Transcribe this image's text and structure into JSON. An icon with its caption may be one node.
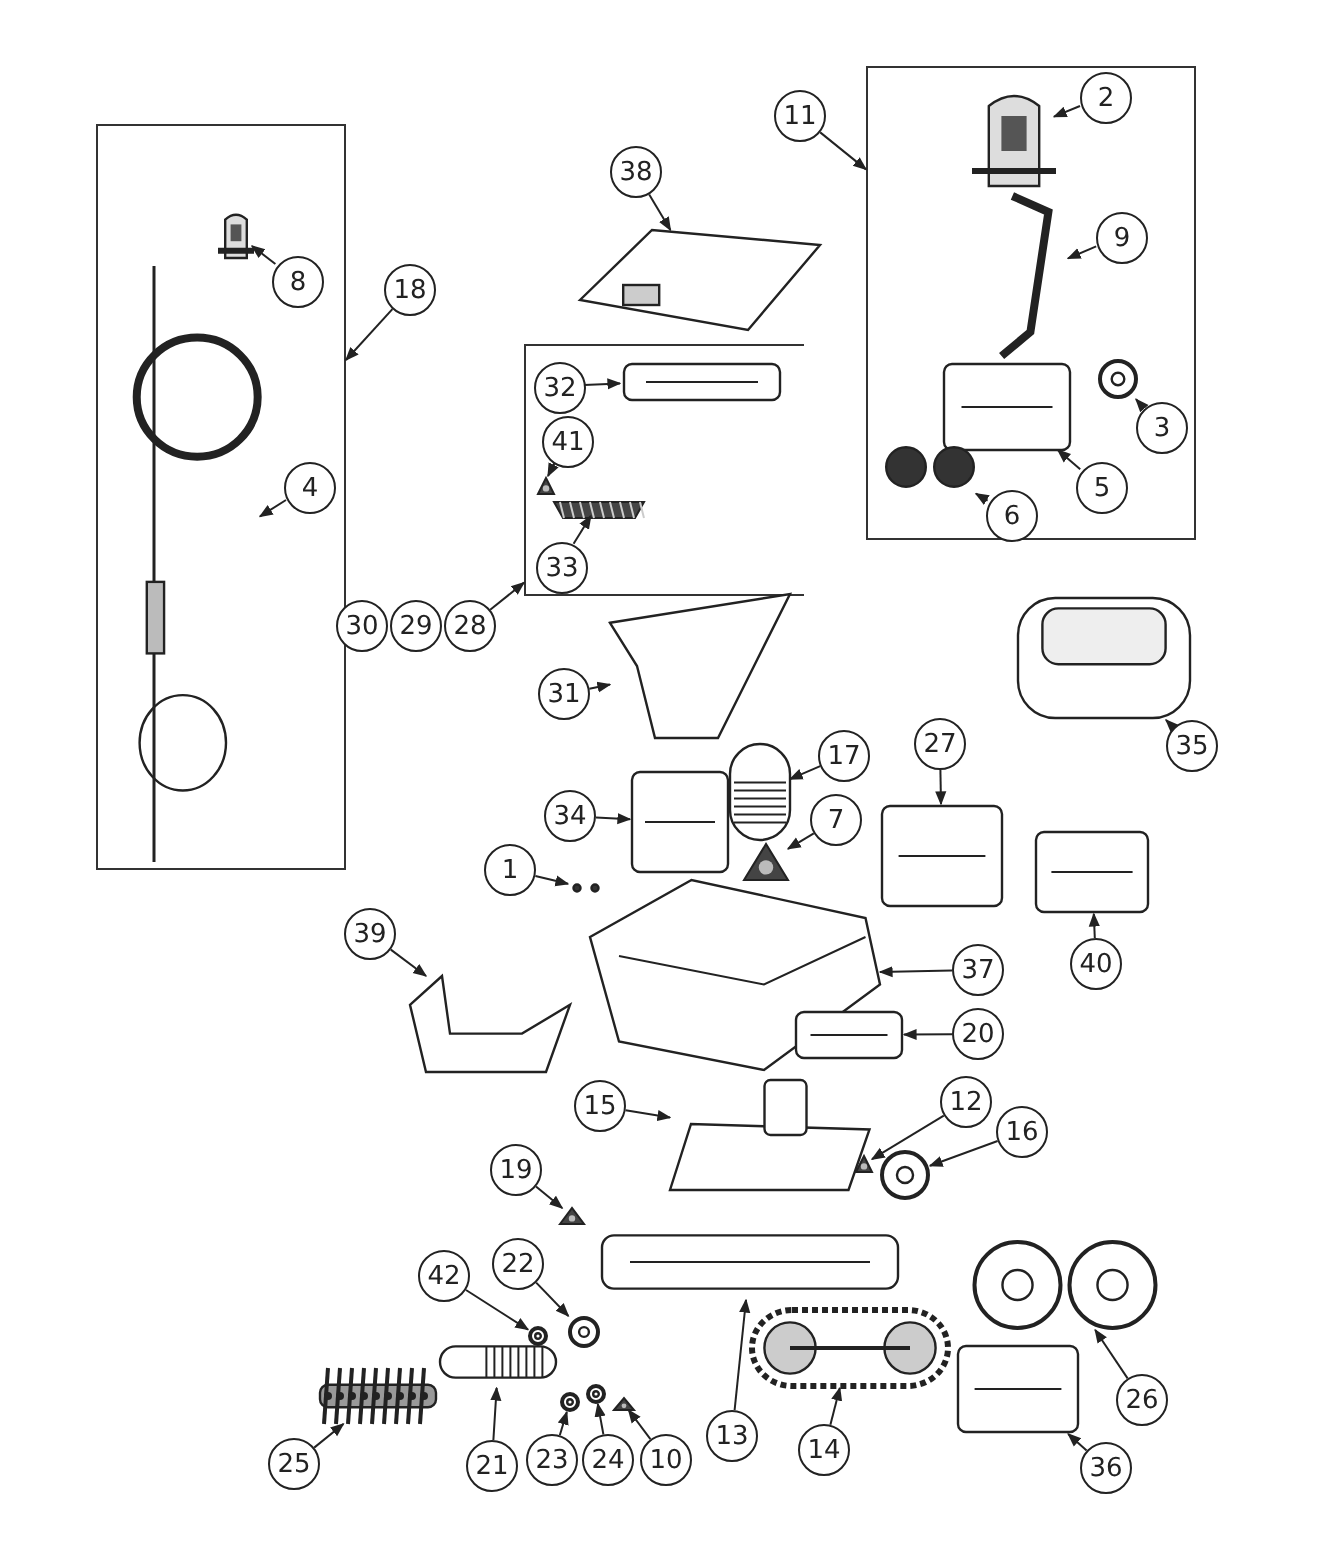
{
  "diagram": {
    "nodes": [
      {
        "text": [],
        "shape": "box"
      },
      {
        "text": [],
        "shape": "picture",
        "in": 0
      },
      {
        "text": [],
        "shape": "picture",
        "in": 0
      },
      {
        "text": [
          "8"
        ],
        "in": 0
      },
      {
        "text": [
          "4"
        ],
        "in": 0
      },
      {
        "text": [
          "18"
        ]
      },
      {
        "text": [],
        "shape": "box"
      },
      {
        "text": [],
        "shape": "picture",
        "in": 6
      },
      {
        "text": [
          "2"
        ],
        "in": 6
      },
      {
        "text": [],
        "shape": "picture",
        "in": 6
      },
      {
        "text": [
          "9"
        ],
        "in": 6
      },
      {
        "text": [],
        "shape": "picture",
        "in": 6
      },
      {
        "text": [
          "3"
        ],
        "in": 6
      },
      {
        "text": [],
        "shape": "picture",
        "in": 6
      },
      {
        "text": [
          "5"
        ],
        "in": 6
      },
      {
        "text": [],
        "shape": "picture",
        "in": 6
      },
      {
        "text": [
          "6"
        ],
        "in": 6
      },
      {
        "text": [
          "11"
        ]
      },
      {
        "text": [
          "38"
        ]
      },
      {
        "text": [],
        "shape": "picture"
      },
      {
        "text": [],
        "shape": "box"
      },
      {
        "text": [
          "32"
        ],
        "in": 20
      },
      {
        "text": [],
        "shape": "picture",
        "in": 20
      },
      {
        "text": [
          "41"
        ],
        "in": 20
      },
      {
        "text": [],
        "shape": "picture",
        "in": 20
      },
      {
        "text": [],
        "shape": "picture",
        "in": 20
      },
      {
        "text": [
          "33"
        ],
        "in": 20
      },
      {
        "text": [
          "30"
        ]
      },
      {
        "text": [
          "29"
        ]
      },
      {
        "text": [
          "28"
        ]
      },
      {
        "text": [
          "31"
        ]
      },
      {
        "text": [],
        "shape": "picture"
      },
      {
        "text": [
          "34"
        ]
      },
      {
        "text": [],
        "shape": "picture"
      },
      {
        "text": [
          "17"
        ]
      },
      {
        "text": [],
        "shape": "picture"
      },
      {
        "text": [
          "7"
        ]
      },
      {
        "text": [],
        "shape": "picture"
      },
      {
        "text": [
          "1"
        ]
      },
      {
        "text": [],
        "shape": "picture"
      },
      {
        "text": [
          "27"
        ]
      },
      {
        "text": [],
        "shape": "picture"
      },
      {
        "text": [
          "35"
        ]
      },
      {
        "text": [],
        "shape": "picture"
      },
      {
        "text": [
          "40"
        ]
      },
      {
        "text": [],
        "shape": "picture"
      },
      {
        "text": [
          "39"
        ]
      },
      {
        "text": [],
        "shape": "picture"
      },
      {
        "text": [
          "37"
        ]
      },
      {
        "text": [],
        "shape": "picture"
      },
      {
        "text": [
          "20"
        ]
      },
      {
        "text": [],
        "shape": "picture"
      },
      {
        "text": [
          "15"
        ]
      },
      {
        "text": [],
        "shape": "picture"
      },
      {
        "text": [
          "12"
        ]
      },
      {
        "text": [],
        "shape": "picture"
      },
      {
        "text": [
          "16"
        ]
      },
      {
        "text": [],
        "shape": "picture"
      },
      {
        "text": [
          "19"
        ]
      },
      {
        "text": [],
        "shape": "picture"
      },
      {
        "text": [
          "42"
        ]
      },
      {
        "text": [],
        "shape": "picture"
      },
      {
        "text": [
          "22"
        ]
      },
      {
        "text": [],
        "shape": "picture"
      },
      {
        "text": [
          "25"
        ]
      },
      {
        "text": [],
        "shape": "picture"
      },
      {
        "text": [
          "21"
        ]
      },
      {
        "text": [],
        "shape": "picture"
      },
      {
        "text": [
          "23"
        ]
      },
      {
        "text": [],
        "shape": "picture"
      },
      {
        "text": [
          "24"
        ]
      },
      {
        "text": [],
        "shape": "picture"
      },
      {
        "text": [
          "10"
        ]
      },
      {
        "text": [],
        "shape": "picture"
      },
      {
        "text": [
          "13"
        ]
      },
      {
        "text": [],
        "shape": "picture"
      },
      {
        "text": [
          "14"
        ]
      },
      {
        "text": [],
        "shape": "picture"
      },
      {
        "text": [
          "26"
        ]
      },
      {
        "text": [],
        "shape": "picture"
      },
      {
        "text": [
          "36"
        ]
      },
      {
        "text": [],
        "shape": "picture"
      }
    ],
    "edges": [
      {
        "from": 3,
        "to": 2,
        "arrow": "to"
      },
      {
        "from": 4,
        "to": 1,
        "arrow": "to"
      },
      {
        "from": 5,
        "to": 0,
        "arrow": "to"
      },
      {
        "from": 8,
        "to": 7,
        "arrow": "to"
      },
      {
        "from": 10,
        "to": 9,
        "arrow": "to"
      },
      {
        "from": 12,
        "to": 11,
        "arrow": "to"
      },
      {
        "from": 14,
        "to": 13,
        "arrow": "to"
      },
      {
        "from": 16,
        "to": 15,
        "arrow": "to"
      },
      {
        "from": 17,
        "to": 6,
        "arrow": "to"
      },
      {
        "from": 18,
        "to": 19,
        "arrow": "to"
      },
      {
        "from": 21,
        "to": 22,
        "arrow": "to"
      },
      {
        "from": 23,
        "to": 24,
        "arrow": "to"
      },
      {
        "from": 26,
        "to": 25,
        "arrow": "to"
      },
      {
        "from": 29,
        "to": 20,
        "arrow": "to"
      },
      {
        "from": 30,
        "to": 31,
        "arrow": "to"
      },
      {
        "from": 32,
        "to": 33,
        "arrow": "to"
      },
      {
        "from": 34,
        "to": 35,
        "arrow": "to"
      },
      {
        "from": 36,
        "to": 37,
        "arrow": "to"
      },
      {
        "from": 38,
        "to": 39,
        "arrow": "to"
      },
      {
        "from": 40,
        "to": 41,
        "arrow": "to"
      },
      {
        "from": 42,
        "to": 43,
        "arrow": "to"
      },
      {
        "from": 44,
        "to": 45,
        "arrow": "to"
      },
      {
        "from": 46,
        "to": 47,
        "arrow": "to"
      },
      {
        "from": 48,
        "to": 49,
        "arrow": "to"
      },
      {
        "from": 50,
        "to": 51,
        "arrow": "to"
      },
      {
        "from": 52,
        "to": 53,
        "arrow": "to"
      },
      {
        "from": 54,
        "to": 55,
        "arrow": "to"
      },
      {
        "from": 56,
        "to": 57,
        "arrow": "to"
      },
      {
        "from": 58,
        "to": 59,
        "arrow": "to"
      },
      {
        "from": 60,
        "to": 61,
        "arrow": "to"
      },
      {
        "from": 62,
        "to": 63,
        "arrow": "to"
      },
      {
        "from": 64,
        "to": 65,
        "arrow": "to"
      },
      {
        "from": 66,
        "to": 67,
        "arrow": "to"
      },
      {
        "from": 68,
        "to": 69,
        "arrow": "to"
      },
      {
        "from": 70,
        "to": 71,
        "arrow": "to"
      },
      {
        "from": 72,
        "to": 73,
        "arrow": "to"
      },
      {
        "from": 74,
        "to": 75,
        "arrow": "to"
      },
      {
        "from": 76,
        "to": 77,
        "arrow": "to"
      },
      {
        "from": 78,
        "to": 79,
        "arrow": "to"
      },
      {
        "from": 80,
        "to": 81,
        "arrow": "to"
      }
    ]
  }
}
